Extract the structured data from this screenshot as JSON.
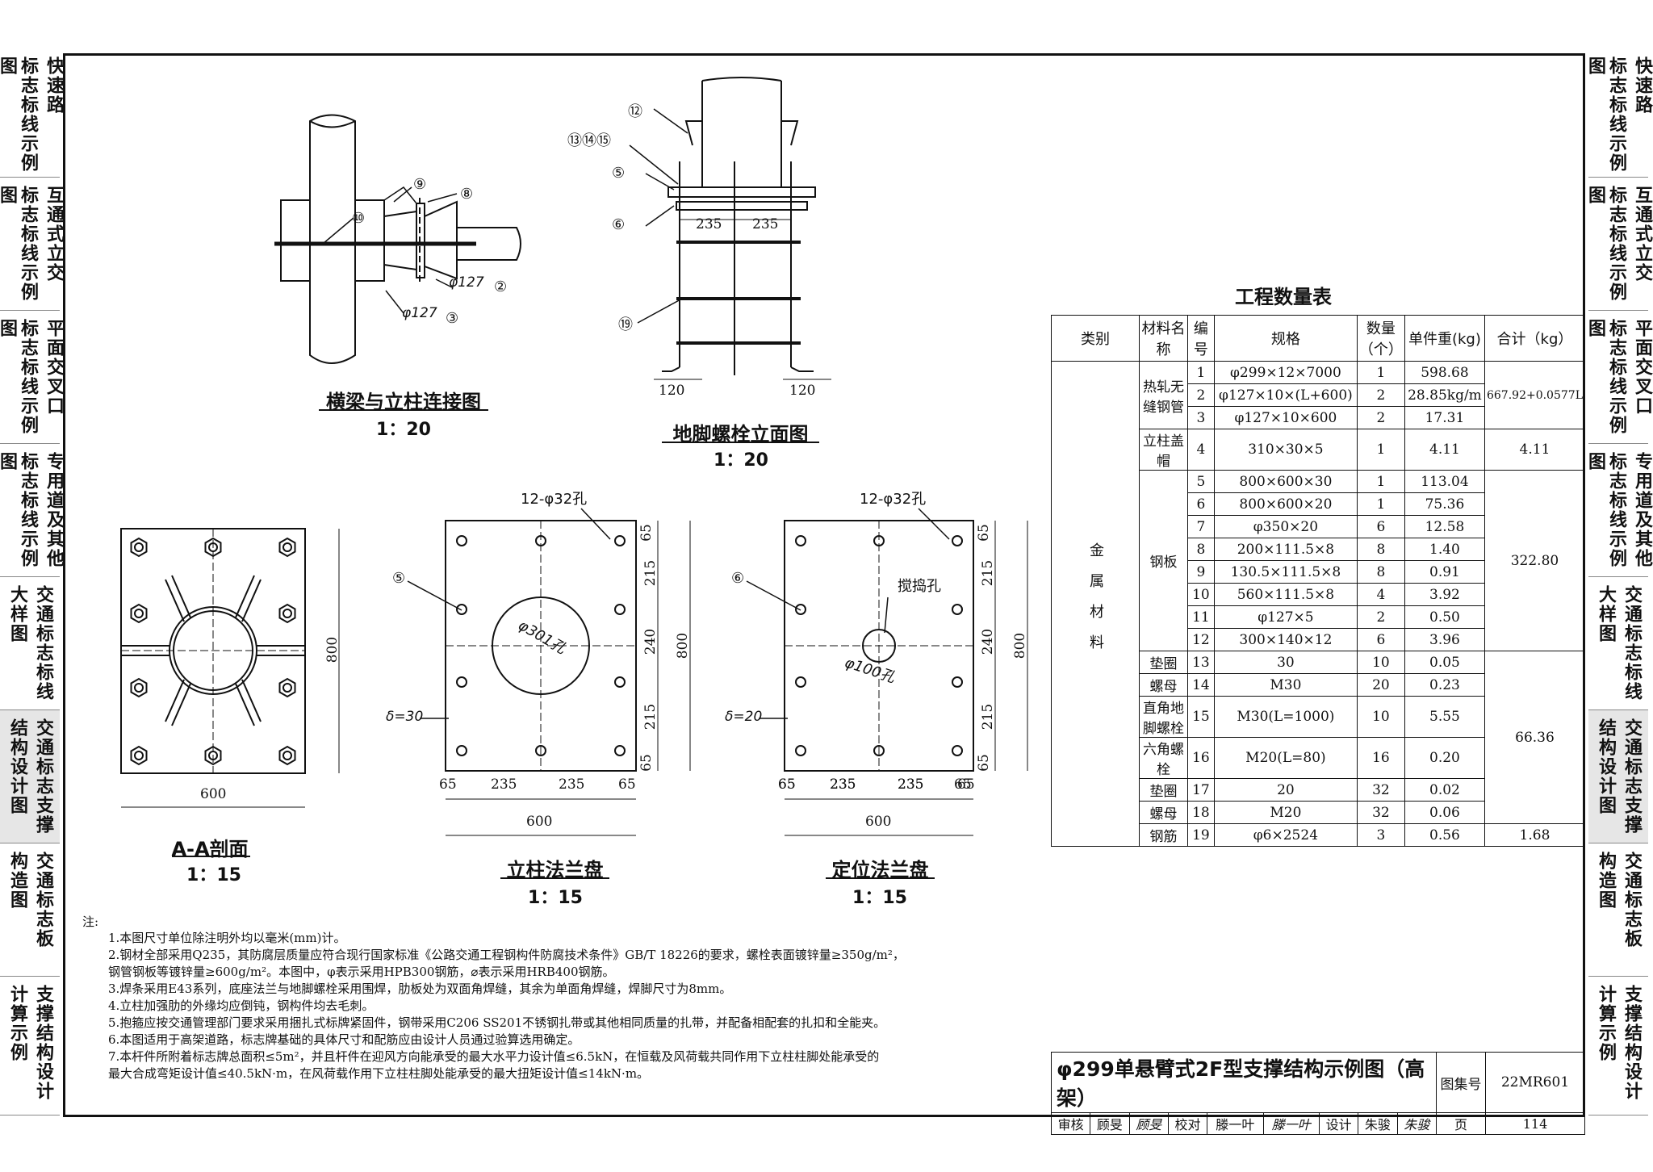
{
  "sidebar_left": [
    {
      "cols": [
        "快速路",
        "标志标线示例图"
      ],
      "active": false
    },
    {
      "cols": [
        "互通式立交",
        "标志标线示例图"
      ],
      "active": false
    },
    {
      "cols": [
        "平面交叉口",
        "标志标线示例图"
      ],
      "active": false
    },
    {
      "cols": [
        "专用道及其他",
        "标志标线示例图"
      ],
      "active": false
    },
    {
      "cols": [
        "交通标志标线",
        "大样图"
      ],
      "active": false
    },
    {
      "cols": [
        "交通标志支撑",
        "结构设计图"
      ],
      "active": true
    },
    {
      "cols": [
        "交通标志板",
        "构造图"
      ],
      "active": false
    },
    {
      "cols": [
        "支撑结构设计",
        "计算示例"
      ],
      "active": false
    }
  ],
  "drawings": {
    "beam": {
      "title": "横梁与立柱连接图",
      "scale": "1：20",
      "labels": [
        "⑨",
        "⑧",
        "⑩",
        "φ127",
        "②",
        "φ127",
        "③"
      ]
    },
    "anchor": {
      "title": "地脚螺栓立面图",
      "scale": "1：20",
      "labels": [
        "⑫",
        "⑬⑭⑮",
        "⑤",
        "⑥",
        "⑲"
      ],
      "dims": [
        "235",
        "235",
        "120",
        "120"
      ]
    },
    "section": {
      "title": "A-A剖面",
      "scale": "1：15",
      "dims": [
        "800",
        "600"
      ]
    },
    "column_flange": {
      "title": "立柱法兰盘",
      "scale": "1：15",
      "holes": "12-φ32孔",
      "center": "φ301孔",
      "tag": "⑤",
      "thick": "δ=30",
      "vdims": [
        "65",
        "215",
        "240",
        "215",
        "65"
      ],
      "total": "800",
      "hdims": [
        "65",
        "235",
        "235",
        "65"
      ],
      "width": "600"
    },
    "locate_flange": {
      "title": "定位法兰盘",
      "scale": "1：15",
      "holes": "12-φ32孔",
      "center": "φ100孔",
      "note": "搅捣孔",
      "tag": "⑥",
      "thick": "δ=20",
      "vdims": [
        "65",
        "215",
        "240",
        "215",
        "65"
      ],
      "total": "800",
      "hdims": [
        "65",
        "235",
        "235",
        "65"
      ],
      "width": "600"
    }
  },
  "quantity_table": {
    "title": "工程数量表",
    "headers": [
      "类别",
      "材料名称",
      "编号",
      "规格",
      "数量（个）",
      "单件重(kg)",
      "合计（kg）"
    ],
    "category": "金属材料",
    "rows": [
      {
        "no": "1",
        "spec": "φ299×12×7000",
        "qty": "1",
        "unit": "598.68"
      },
      {
        "no": "2",
        "spec": "φ127×10×(L+600)",
        "qty": "2",
        "unit": "28.85kg/m"
      },
      {
        "no": "3",
        "spec": "φ127×10×600",
        "qty": "2",
        "unit": "17.31"
      },
      {
        "no": "4",
        "spec": "310×30×5",
        "qty": "1",
        "unit": "4.11"
      },
      {
        "no": "5",
        "spec": "800×600×30",
        "qty": "1",
        "unit": "113.04"
      },
      {
        "no": "6",
        "spec": "800×600×20",
        "qty": "1",
        "unit": "75.36"
      },
      {
        "no": "7",
        "spec": "φ350×20",
        "qty": "6",
        "unit": "12.58"
      },
      {
        "no": "8",
        "spec": "200×111.5×8",
        "qty": "8",
        "unit": "1.40"
      },
      {
        "no": "9",
        "spec": "130.5×111.5×8",
        "qty": "8",
        "unit": "0.91"
      },
      {
        "no": "10",
        "spec": "560×111.5×8",
        "qty": "4",
        "unit": "3.92"
      },
      {
        "no": "11",
        "spec": "φ127×5",
        "qty": "2",
        "unit": "0.50"
      },
      {
        "no": "12",
        "spec": "300×140×12",
        "qty": "6",
        "unit": "3.96"
      },
      {
        "no": "13",
        "spec": "30",
        "qty": "10",
        "unit": "0.05"
      },
      {
        "no": "14",
        "spec": "M30",
        "qty": "20",
        "unit": "0.23"
      },
      {
        "no": "15",
        "spec": "M30(L=1000)",
        "qty": "10",
        "unit": "5.55"
      },
      {
        "no": "16",
        "spec": "M20(L=80)",
        "qty": "16",
        "unit": "0.20"
      },
      {
        "no": "17",
        "spec": "20",
        "qty": "32",
        "unit": "0.02"
      },
      {
        "no": "18",
        "spec": "M20",
        "qty": "32",
        "unit": "0.06"
      },
      {
        "no": "19",
        "spec": "φ6×2524",
        "qty": "3",
        "unit": "0.56"
      }
    ],
    "names": {
      "pipe": "热轧无缝钢管",
      "cap": "立柱盖帽",
      "plate": "钢板",
      "washer30": "垫圈",
      "nut30": "螺母",
      "anchor": "直角地脚螺栓",
      "hex": "六角螺栓",
      "washer20": "垫圈",
      "nut20": "螺母",
      "rebar": "钢筋"
    },
    "totals": {
      "pipe": "667.92+0.0577L",
      "cap": "4.11",
      "plate": "322.80",
      "bolts": "66.36",
      "rebar": "1.68"
    }
  },
  "notes": {
    "label": "注:",
    "lines": [
      "1.本图尺寸单位除注明外均以毫米(mm)计。",
      "2.钢材全部采用Q235，其防腐层质量应符合现行国家标准《公路交通工程钢构件防腐技术条件》GB/T 18226的要求，螺栓表面镀锌量≥350g/m²，",
      "   钢管钢板等镀锌量≥600g/m²。本图中，φ表示采用HPB300钢筋，⌀表示采用HRB400钢筋。",
      "3.焊条采用E43系列，底座法兰与地脚螺栓采用围焊，肋板处为双面角焊缝，其余为单面角焊缝，焊脚尺寸为8mm。",
      "4.立柱加强肋的外缘均应倒钝，钢构件均去毛刺。",
      "5.抱箍应按交通管理部门要求采用捆扎式标牌紧固件，钢带采用C206 SS201不锈钢扎带或其他相同质量的扎带，并配备相配套的扎扣和全能夹。",
      "6.本图适用于高架道路，标志牌基础的具体尺寸和配筋应由设计人员通过验算选用确定。",
      "7.本杆件所附着标志牌总面积≤5m²，并且杆件在迎风方向能承受的最大水平力设计值≤6.5kN，在恒载及风荷载共同作用下立柱柱脚处能承受的",
      "   最大合成弯矩设计值≤40.5kN·m，在风荷载作用下立柱柱脚处能承受的最大扭矩设计值≤14kN·m。"
    ]
  },
  "title_block": {
    "title": "φ299单悬臂式2F型支撑结构示例图（高架）",
    "atlas_label": "图集号",
    "atlas_no": "22MR601",
    "review_label": "审核",
    "reviewer": "顾旻",
    "reviewer_sig": "顾旻",
    "check_label": "校对",
    "checker": "滕一叶",
    "checker_sig": "滕一叶",
    "design_label": "设计",
    "designer": "朱骏",
    "designer_sig": "朱骏",
    "page_label": "页",
    "page_no": "114"
  }
}
